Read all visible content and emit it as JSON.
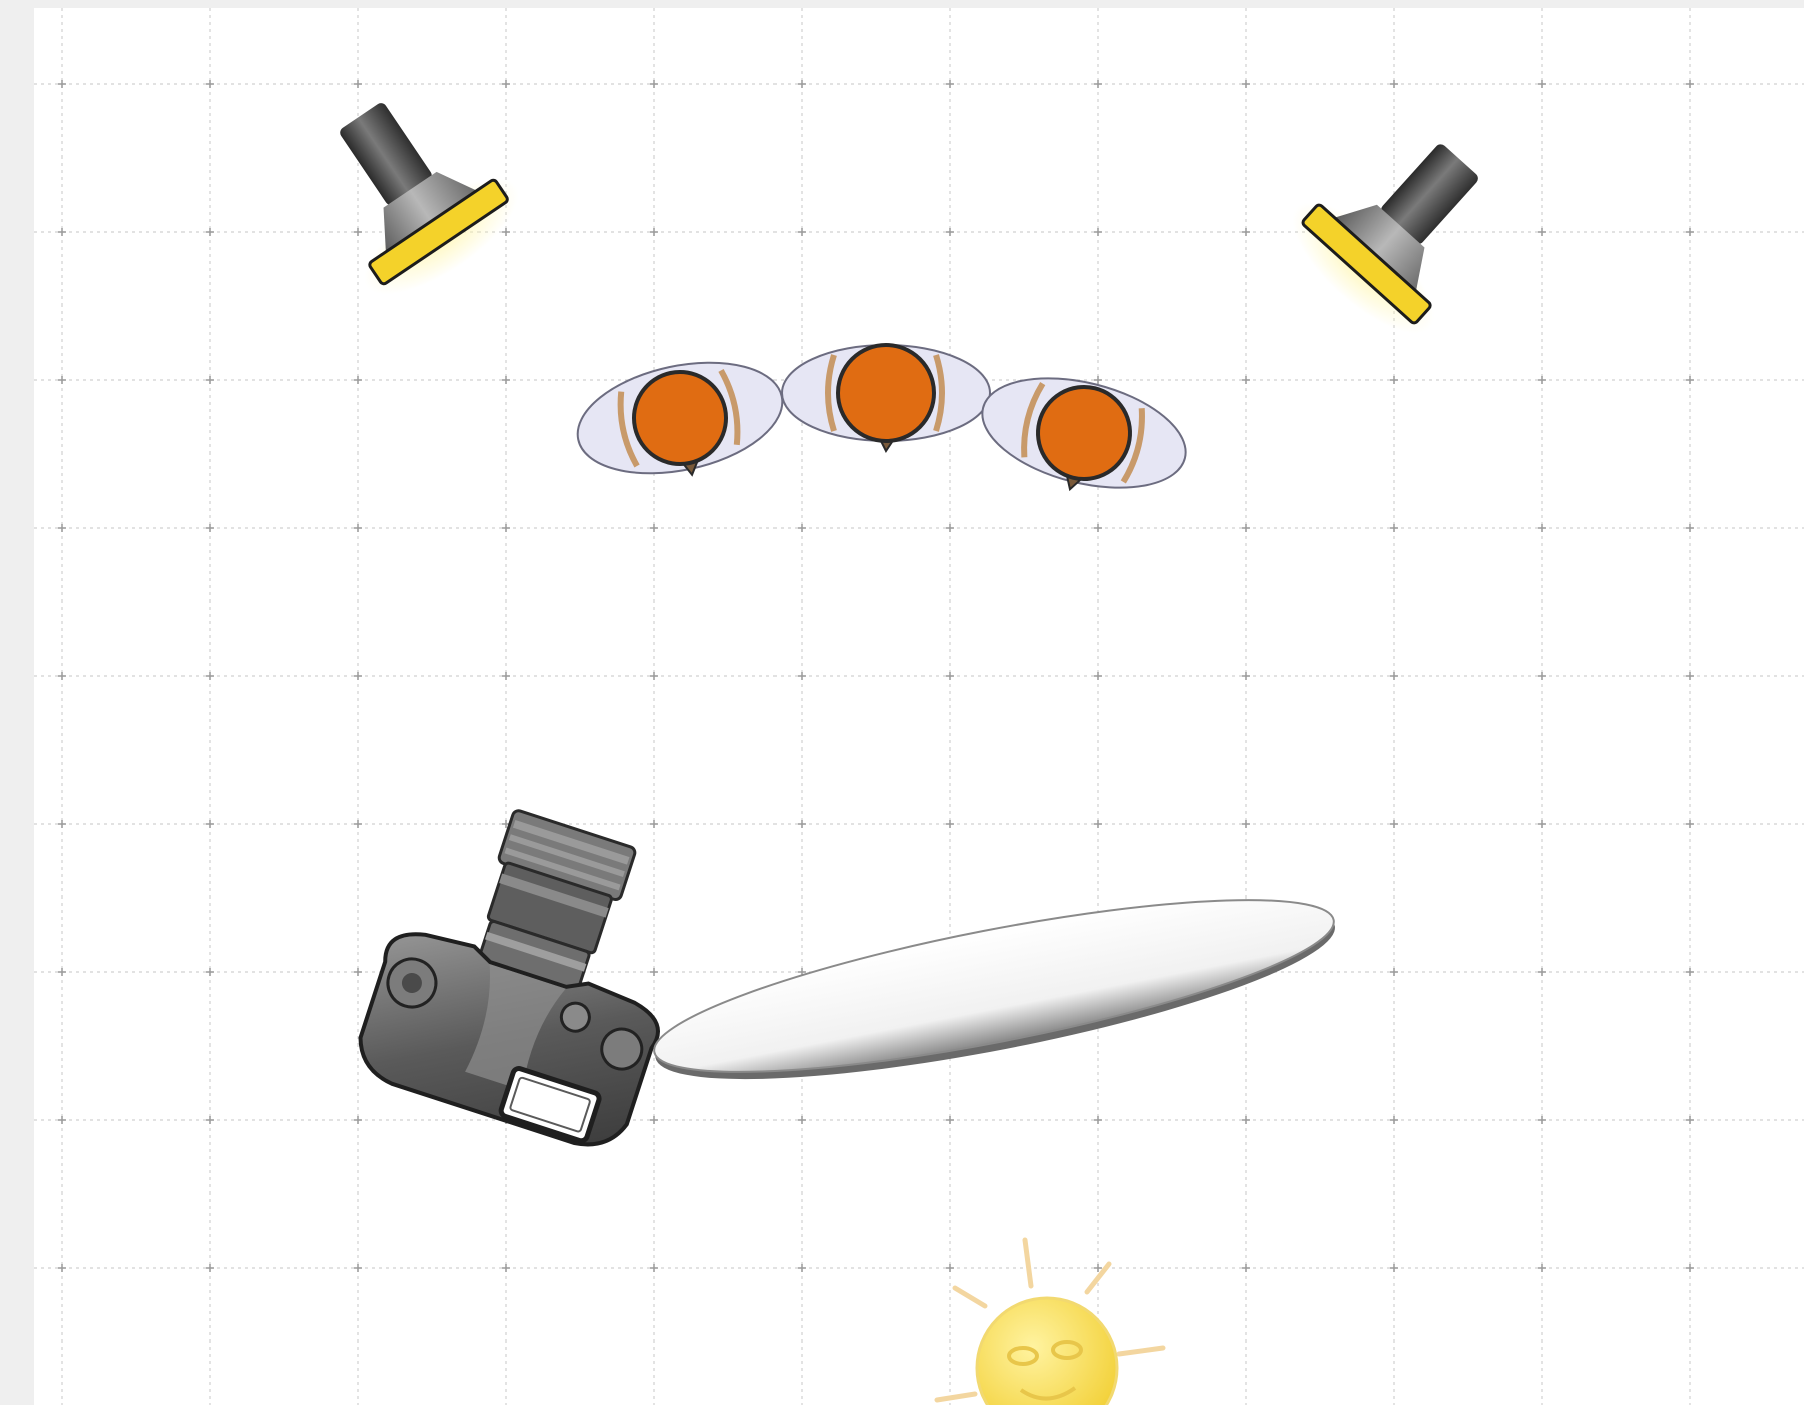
{
  "app": {
    "title": "",
    "view": "lighting-diagram"
  },
  "canvas": {
    "background": "#ffffff",
    "grid": true,
    "grid_color": "#c8c8c8"
  },
  "items": [
    {
      "kind": "strobe-light",
      "name": "strobe-light-left"
    },
    {
      "kind": "strobe-light",
      "name": "strobe-light-right"
    },
    {
      "kind": "person",
      "name": "person-left"
    },
    {
      "kind": "person",
      "name": "person-center"
    },
    {
      "kind": "person",
      "name": "person-right"
    },
    {
      "kind": "camera",
      "name": "camera"
    },
    {
      "kind": "reflector",
      "name": "reflector-panel"
    },
    {
      "kind": "sun",
      "name": "sun-icon"
    }
  ],
  "colors": {
    "light_head": "#4a4a4a",
    "light_face": "#f4d22a",
    "person_head": "#e06c12",
    "person_shoulders": "#e6e6f4",
    "reflector": "#f7f7f7",
    "sun": "#f7dc4c",
    "camera": "#6a6a6a"
  }
}
